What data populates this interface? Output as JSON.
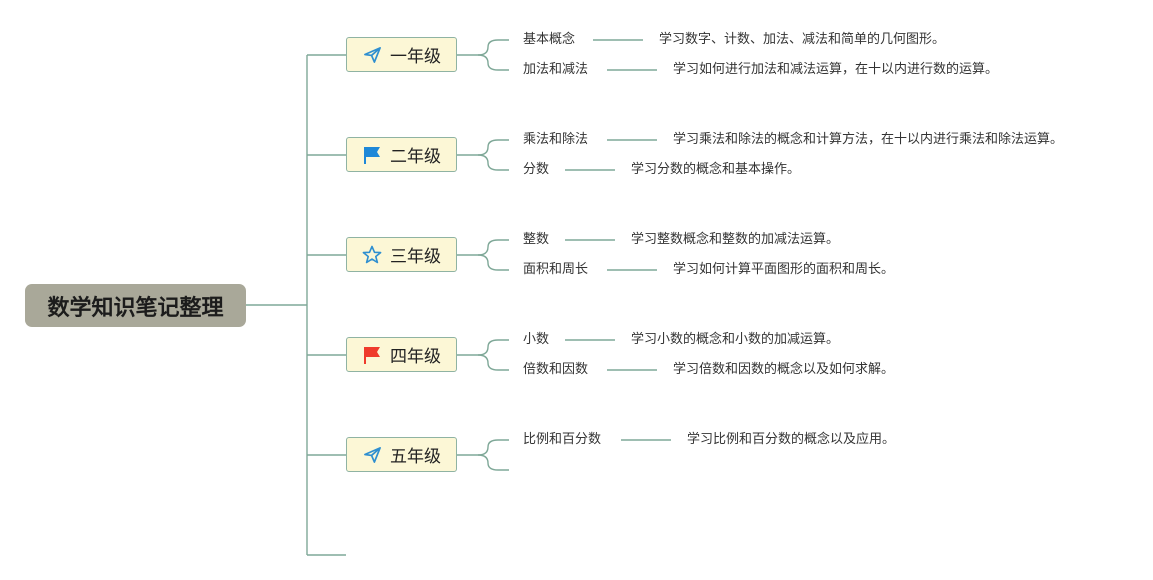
{
  "root": {
    "title": "数学知识笔记整理"
  },
  "grades": [
    {
      "label": "一年级",
      "icon": "paper-plane-icon",
      "topics": [
        {
          "name": "基本概念",
          "desc": "学习数字、计数、加法、减法和简单的几何图形。"
        },
        {
          "name": "加法和减法",
          "desc": "学习如何进行加法和减法运算，在十以内进行数的运算。"
        }
      ]
    },
    {
      "label": "二年级",
      "icon": "blue-flag-icon",
      "topics": [
        {
          "name": "乘法和除法",
          "desc": "学习乘法和除法的概念和计算方法，在十以内进行乘法和除法运算。"
        },
        {
          "name": "分数",
          "desc": "学习分数的概念和基本操作。"
        }
      ]
    },
    {
      "label": "三年级",
      "icon": "star-icon",
      "topics": [
        {
          "name": "整数",
          "desc": "学习整数概念和整数的加减法运算。"
        },
        {
          "name": "面积和周长",
          "desc": "学习如何计算平面图形的面积和周长。"
        }
      ]
    },
    {
      "label": "四年级",
      "icon": "red-flag-icon",
      "topics": [
        {
          "name": "小数",
          "desc": "学习小数的概念和小数的加减运算。"
        },
        {
          "name": "倍数和因数",
          "desc": "学习倍数和因数的概念以及如何求解。"
        }
      ]
    },
    {
      "label": "五年级",
      "icon": "paper-plane-icon",
      "topics": [
        {
          "name": "比例和百分数",
          "desc": "学习比例和百分数的概念以及应用。"
        }
      ]
    }
  ],
  "colors": {
    "line": "#7fa898",
    "node_fill": "#fcf7d6",
    "root_fill": "#a9a899",
    "flag_blue": "#1e88d8",
    "flag_red": "#ef3b2c",
    "icon_blue": "#2f8fd0"
  }
}
